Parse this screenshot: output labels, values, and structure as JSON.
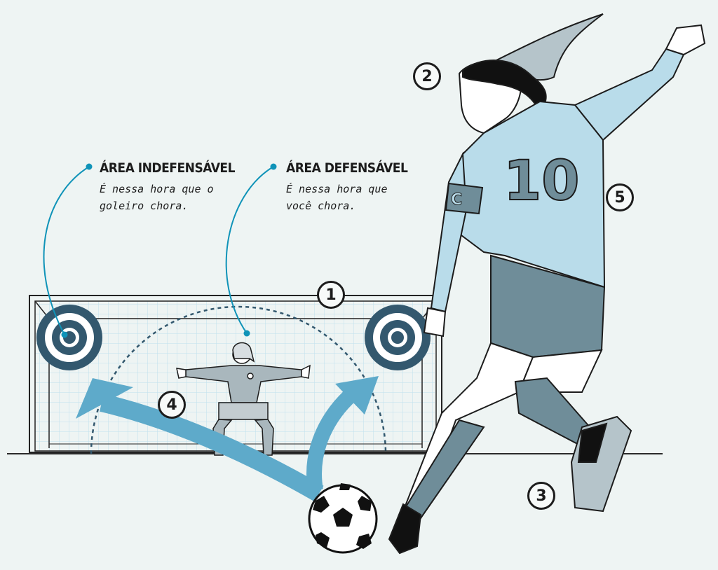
{
  "annotations": {
    "undefendable": {
      "title": "ÁREA INDEFENSÁVEL",
      "description": "É nessa hora que o goleiro chora."
    },
    "defendable": {
      "title": "ÁREA DEFENSÁVEL",
      "description": "É nessa hora que você chora."
    }
  },
  "markers": [
    "1",
    "2",
    "3",
    "4",
    "5"
  ],
  "jersey_number": "10",
  "armband_letter": "C",
  "colors": {
    "background": "#eef4f3",
    "accent_line": "#0f93b8",
    "target": "#33586e",
    "arrow": "#5eaaca",
    "kit_shirt": "#b9dcea",
    "kit_shorts": "#6f8d99",
    "net": "#bfe0ee"
  }
}
